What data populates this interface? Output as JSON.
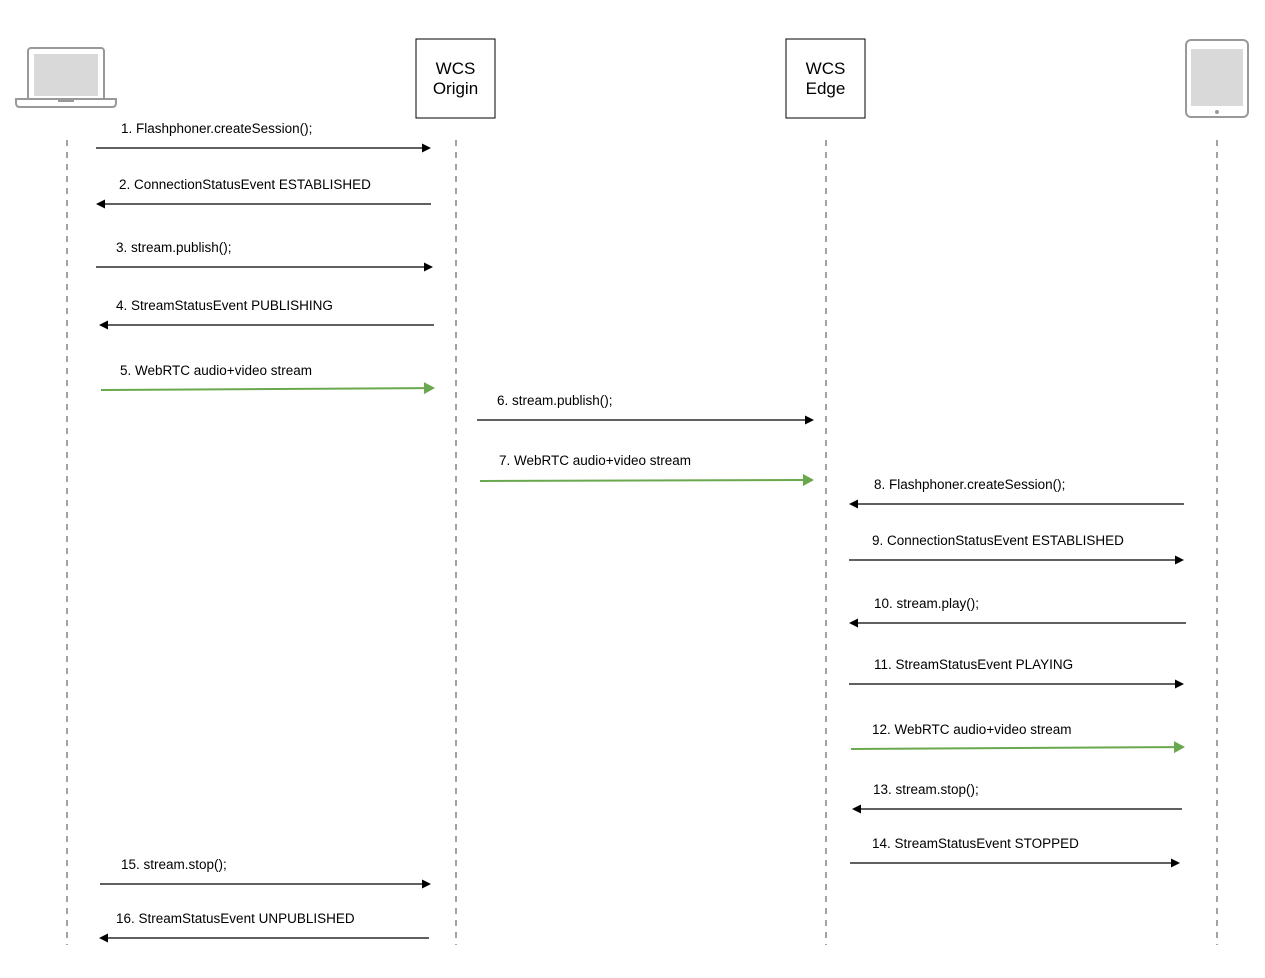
{
  "participants": [
    {
      "id": "client-publisher",
      "icon": "laptop-icon",
      "type": "device"
    },
    {
      "id": "wcs-origin",
      "type": "server",
      "label_lines": [
        "WCS",
        "Origin"
      ]
    },
    {
      "id": "wcs-edge",
      "type": "server",
      "label_lines": [
        "WCS",
        "Edge"
      ]
    },
    {
      "id": "client-player",
      "icon": "tablet-icon",
      "type": "device"
    }
  ],
  "colors": {
    "signal": "#000000",
    "media": "#6aa84f",
    "lifeline": "#666666",
    "box_border": "#000000",
    "device_fill": "#d9d9d9",
    "device_stroke": "#999999"
  },
  "messages": [
    {
      "label": "1. Flashphoner.createSession();",
      "from": "client-publisher",
      "to": "wcs-origin",
      "kind": "signal"
    },
    {
      "label": "2. ConnectionStatusEvent ESTABLISHED",
      "from": "wcs-origin",
      "to": "client-publisher",
      "kind": "signal"
    },
    {
      "label": "3. stream.publish();",
      "from": "client-publisher",
      "to": "wcs-origin",
      "kind": "signal"
    },
    {
      "label": "4. StreamStatusEvent PUBLISHING",
      "from": "wcs-origin",
      "to": "client-publisher",
      "kind": "signal"
    },
    {
      "label": "5. WebRTC audio+video stream",
      "from": "client-publisher",
      "to": "wcs-origin",
      "kind": "media"
    },
    {
      "label": "6. stream.publish();",
      "from": "wcs-origin",
      "to": "wcs-edge",
      "kind": "signal"
    },
    {
      "label": "7. WebRTC audio+video stream",
      "from": "wcs-origin",
      "to": "wcs-edge",
      "kind": "media"
    },
    {
      "label": "8. Flashphoner.createSession();",
      "from": "client-player",
      "to": "wcs-edge",
      "kind": "signal"
    },
    {
      "label": "9. ConnectionStatusEvent ESTABLISHED",
      "from": "wcs-edge",
      "to": "client-player",
      "kind": "signal"
    },
    {
      "label": "10. stream.play();",
      "from": "client-player",
      "to": "wcs-edge",
      "kind": "signal"
    },
    {
      "label": "11. StreamStatusEvent PLAYING",
      "from": "wcs-edge",
      "to": "client-player",
      "kind": "signal"
    },
    {
      "label": "12. WebRTC audio+video stream",
      "from": "wcs-edge",
      "to": "client-player",
      "kind": "media"
    },
    {
      "label": "13. stream.stop();",
      "from": "client-player",
      "to": "wcs-edge",
      "kind": "signal"
    },
    {
      "label": "14. StreamStatusEvent STOPPED",
      "from": "wcs-edge",
      "to": "client-player",
      "kind": "signal"
    },
    {
      "label": "15. stream.stop();",
      "from": "client-publisher",
      "to": "wcs-origin",
      "kind": "signal"
    },
    {
      "label": "16. StreamStatusEvent UNPUBLISHED",
      "from": "wcs-origin",
      "to": "client-publisher",
      "kind": "signal"
    }
  ]
}
